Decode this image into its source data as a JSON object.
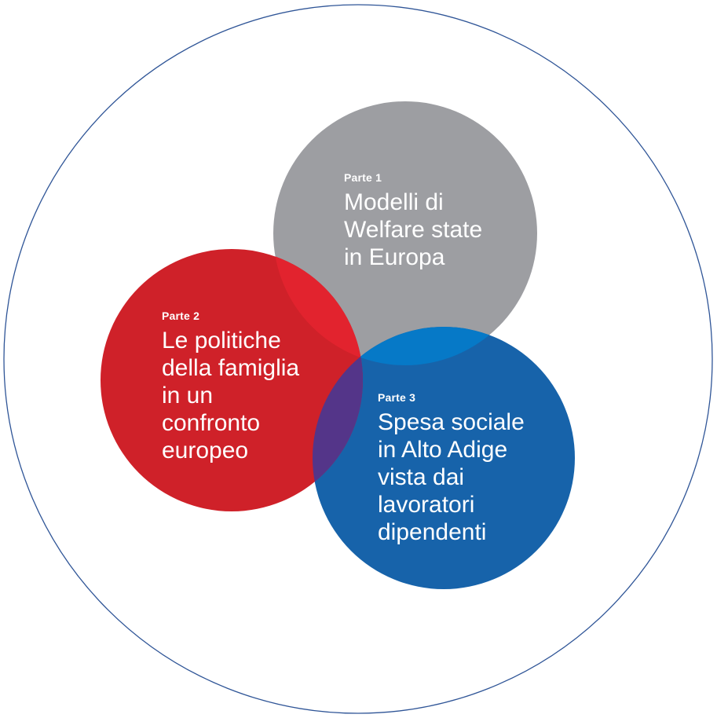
{
  "diagram": {
    "colors": {
      "outer_circle_stroke": "#2f5597",
      "circle_1": "#9d9ea2",
      "circle_2": "#cf2129",
      "circle_3": "#1763aa",
      "overlap_1_2": "#e2232e",
      "overlap_1_3": "#0679c7",
      "overlap_2_3": "#543589",
      "text": "#ffffff"
    },
    "sections": [
      {
        "part": "Parte 1",
        "title_lines": [
          "Modelli di",
          "Welfare state",
          "in Europa"
        ]
      },
      {
        "part": "Parte 2",
        "title_lines": [
          "Le politiche",
          "della famiglia",
          "in un",
          "confronto",
          "europeo"
        ]
      },
      {
        "part": "Parte 3",
        "title_lines": [
          "Spesa sociale",
          "in Alto Adige",
          "vista dai",
          "lavoratori",
          "dipendenti"
        ]
      }
    ]
  }
}
